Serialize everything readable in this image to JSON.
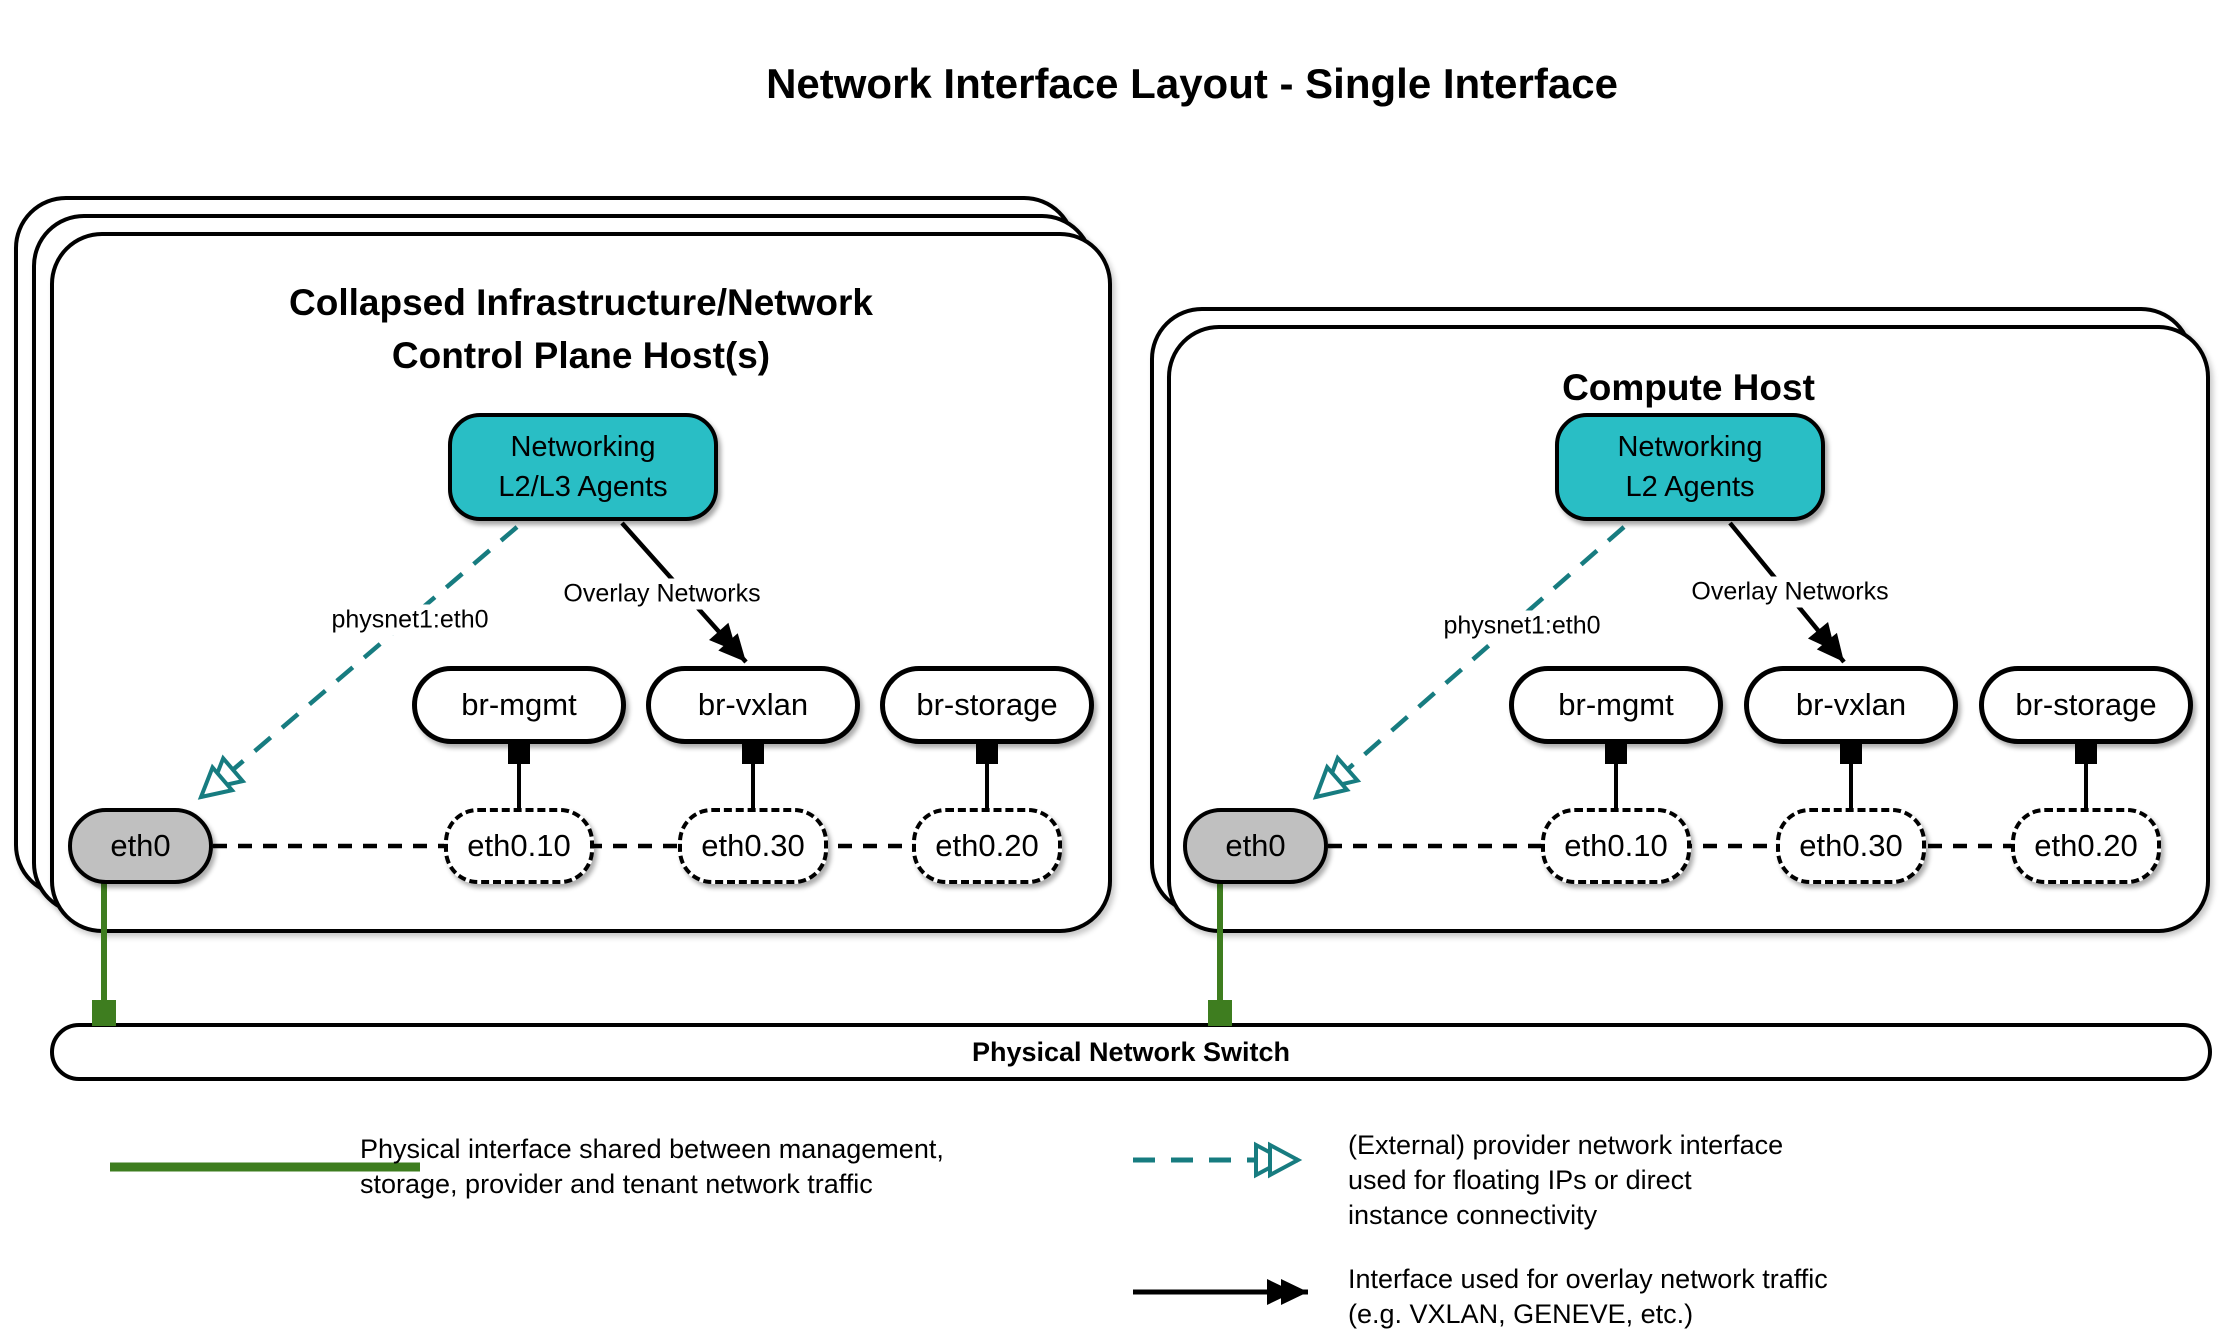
{
  "title": "Network Interface Layout - Single Interface",
  "control_host": {
    "title": [
      "Collapsed Infrastructure/Network",
      "Control Plane Host(s)"
    ],
    "agent": [
      "Networking",
      "L2/L3 Agents"
    ],
    "physnet_label": "physnet1:eth0",
    "overlay_label": "Overlay Networks",
    "bridges": [
      "br-mgmt",
      "br-vxlan",
      "br-storage"
    ],
    "vlans": [
      "eth0.10",
      "eth0.30",
      "eth0.20"
    ],
    "nic": "eth0"
  },
  "compute_host": {
    "title": "Compute Host",
    "agent": [
      "Networking",
      "L2 Agents"
    ],
    "physnet_label": "physnet1:eth0",
    "overlay_label": "Overlay Networks",
    "bridges": [
      "br-mgmt",
      "br-vxlan",
      "br-storage"
    ],
    "vlans": [
      "eth0.10",
      "eth0.30",
      "eth0.20"
    ],
    "nic": "eth0"
  },
  "switch": {
    "label": "Physical Network Switch"
  },
  "legend": {
    "physical": {
      "line1": "Physical interface shared between management,",
      "line2": "storage, provider and tenant network traffic"
    },
    "provider": {
      "line1": "(External) provider network interface",
      "line2": "used for floating IPs or direct",
      "line3": "instance connectivity"
    },
    "overlay": {
      "line1": "Interface used for overlay network traffic",
      "line2": "(e.g. VXLAN, GENEVE, etc.)"
    }
  },
  "colors": {
    "agent_fill": "#29BEC5",
    "provider_arrow": "#177C80",
    "physical_link": "#3E7D1F",
    "nic_fill": "#C0C0C0",
    "outline": "#000000"
  }
}
